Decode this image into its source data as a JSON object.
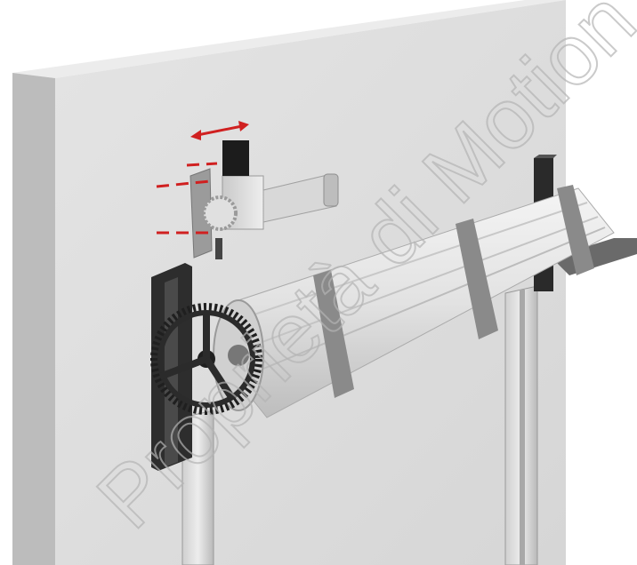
{
  "watermark": {
    "text": "Proprietà di Motion"
  },
  "scene": {
    "subject": "rolling-shutter-with-motor-and-chain-wheel",
    "colors": {
      "wall_face": "#dcdcdc",
      "wall_side": "#bdbdbd",
      "background": "#ffffff",
      "steel_dark": "#2a2a2a",
      "aluminum": "#e6e6e6",
      "strap": "#8d8d8d",
      "arrow_red": "#d02020",
      "watermark": "#b4b4b4"
    },
    "icons": [
      "red-move-arrow",
      "red-dashed-alignment-lines",
      "motor-unit",
      "chain-wheel",
      "roller-drum"
    ]
  }
}
